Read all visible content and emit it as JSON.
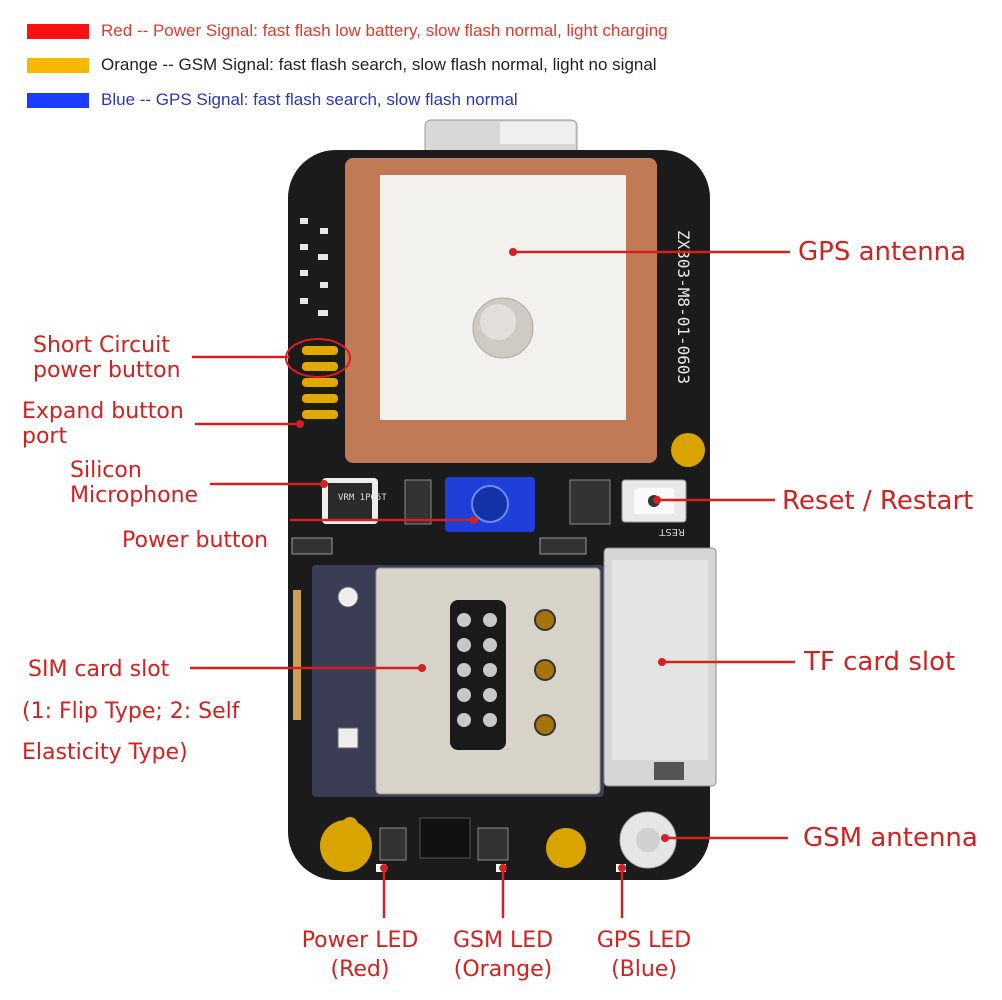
{
  "legend": [
    {
      "color": "#ff1111",
      "text": "Red -- Power Signal: fast flash low battery, slow flash normal, light charging",
      "text_color": "#e03a2a"
    },
    {
      "color": "#f6b800",
      "text": "Orange -- GSM Signal: fast flash search, slow flash normal, light no signal",
      "text_color": "#222222"
    },
    {
      "color": "#1a3cff",
      "text": "Blue -- GPS Signal: fast flash search, slow flash normal",
      "text_color": "#2b35c0"
    }
  ],
  "labels": {
    "gps_antenna": "GPS antenna",
    "reset": "Reset / Restart",
    "tf_card": "TF card slot",
    "gsm_antenna": "GSM antenna",
    "short_circuit_1": "Short Circuit",
    "short_circuit_2": "power button",
    "expand_1": "Expand button",
    "expand_2": "port",
    "mic_1": "Silicon",
    "mic_2": "Microphone",
    "power_button": "Power button",
    "sim_1": "SIM card slot",
    "sim_2": "(1: Flip Type; 2: Self",
    "sim_3": "Elasticity Type)",
    "power_led_1": "Power LED",
    "power_led_2": "(Red)",
    "gsm_led_1": "GSM LED",
    "gsm_led_2": "(Orange)",
    "gps_led_1": "GPS LED",
    "gps_led_2": "(Blue)"
  },
  "board": {
    "silkscreen_id": "ZX303-M8-01-0603",
    "reset_silk": "REST",
    "mic_silk": "VRM 1P05T"
  },
  "colors": {
    "label_red": "#d42020",
    "pcb": "#1b1b1b",
    "antenna_copper": "#c07a55",
    "antenna_ceramic": "#f3f1ee"
  }
}
